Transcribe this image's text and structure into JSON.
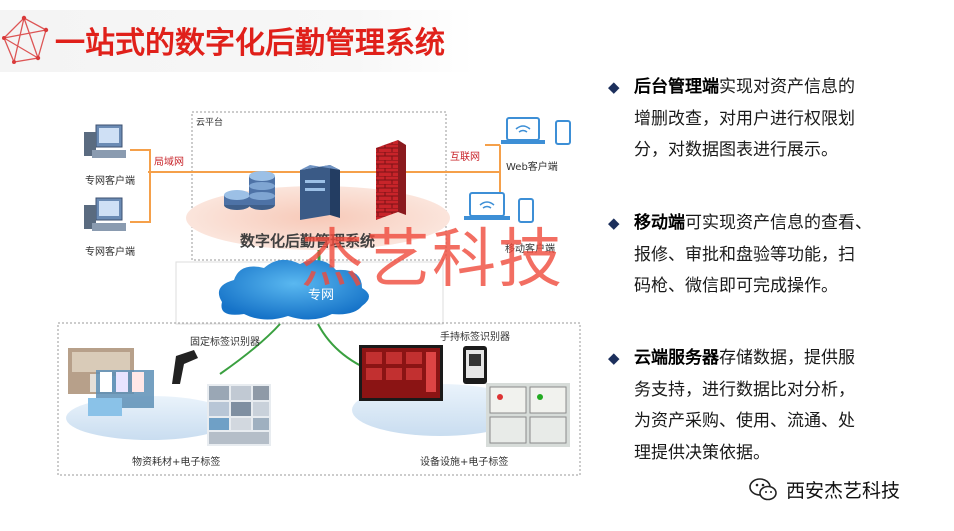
{
  "title": "一站式的数字化后勤管理系统",
  "diagram": {
    "cloud_platform_label": "云平台",
    "lan_label": "局域网",
    "internet_label": "互联网",
    "system_label": "数字化后勤管理系统",
    "private_net_label": "专网",
    "private_client_1": "专网客户端",
    "private_client_2": "专网客户端",
    "web_client": "Web客户端",
    "mobile_client": "移动客户端",
    "fixed_reader_label": "固定标签识别器",
    "handheld_reader_label": "手持标签识别器",
    "materials_label": "物资耗材+电子标签",
    "equipment_label": "设备设施+电子标签"
  },
  "bullets": [
    {
      "bold": "后台管理端",
      "rest": "实现对资产信息的",
      "lines": [
        "增删改查，对用户进行权限划",
        "分，对数据图表进行展示。"
      ]
    },
    {
      "bold": "移动端",
      "rest": "可实现资产信息的查看、",
      "lines": [
        "报修、审批和盘验等功能，扫",
        "码枪、微信即可完成操作。"
      ]
    },
    {
      "bold": "云端服务器",
      "rest": "存储数据，提供服",
      "lines": [
        "务支持，进行数据比对分析，",
        "为资产采购、使用、流通、处",
        "理提供决策依据。"
      ]
    }
  ],
  "watermark": "杰艺科技",
  "brand": "西安杰艺科技",
  "colors": {
    "title_red": "#e0201a",
    "bullet_navy": "#1c2f5c",
    "line_orange": "#f5a04a",
    "cloud_blue": "#1a8ad8",
    "firewall_red": "#c8242a"
  },
  "icons": [
    "logo-icon",
    "computer-icon",
    "server-stack-icon",
    "server-tower-icon",
    "firewall-icon",
    "laptop-icon",
    "phone-icon",
    "cloud-icon",
    "barcode-scanner-icon",
    "wechat-icon"
  ]
}
